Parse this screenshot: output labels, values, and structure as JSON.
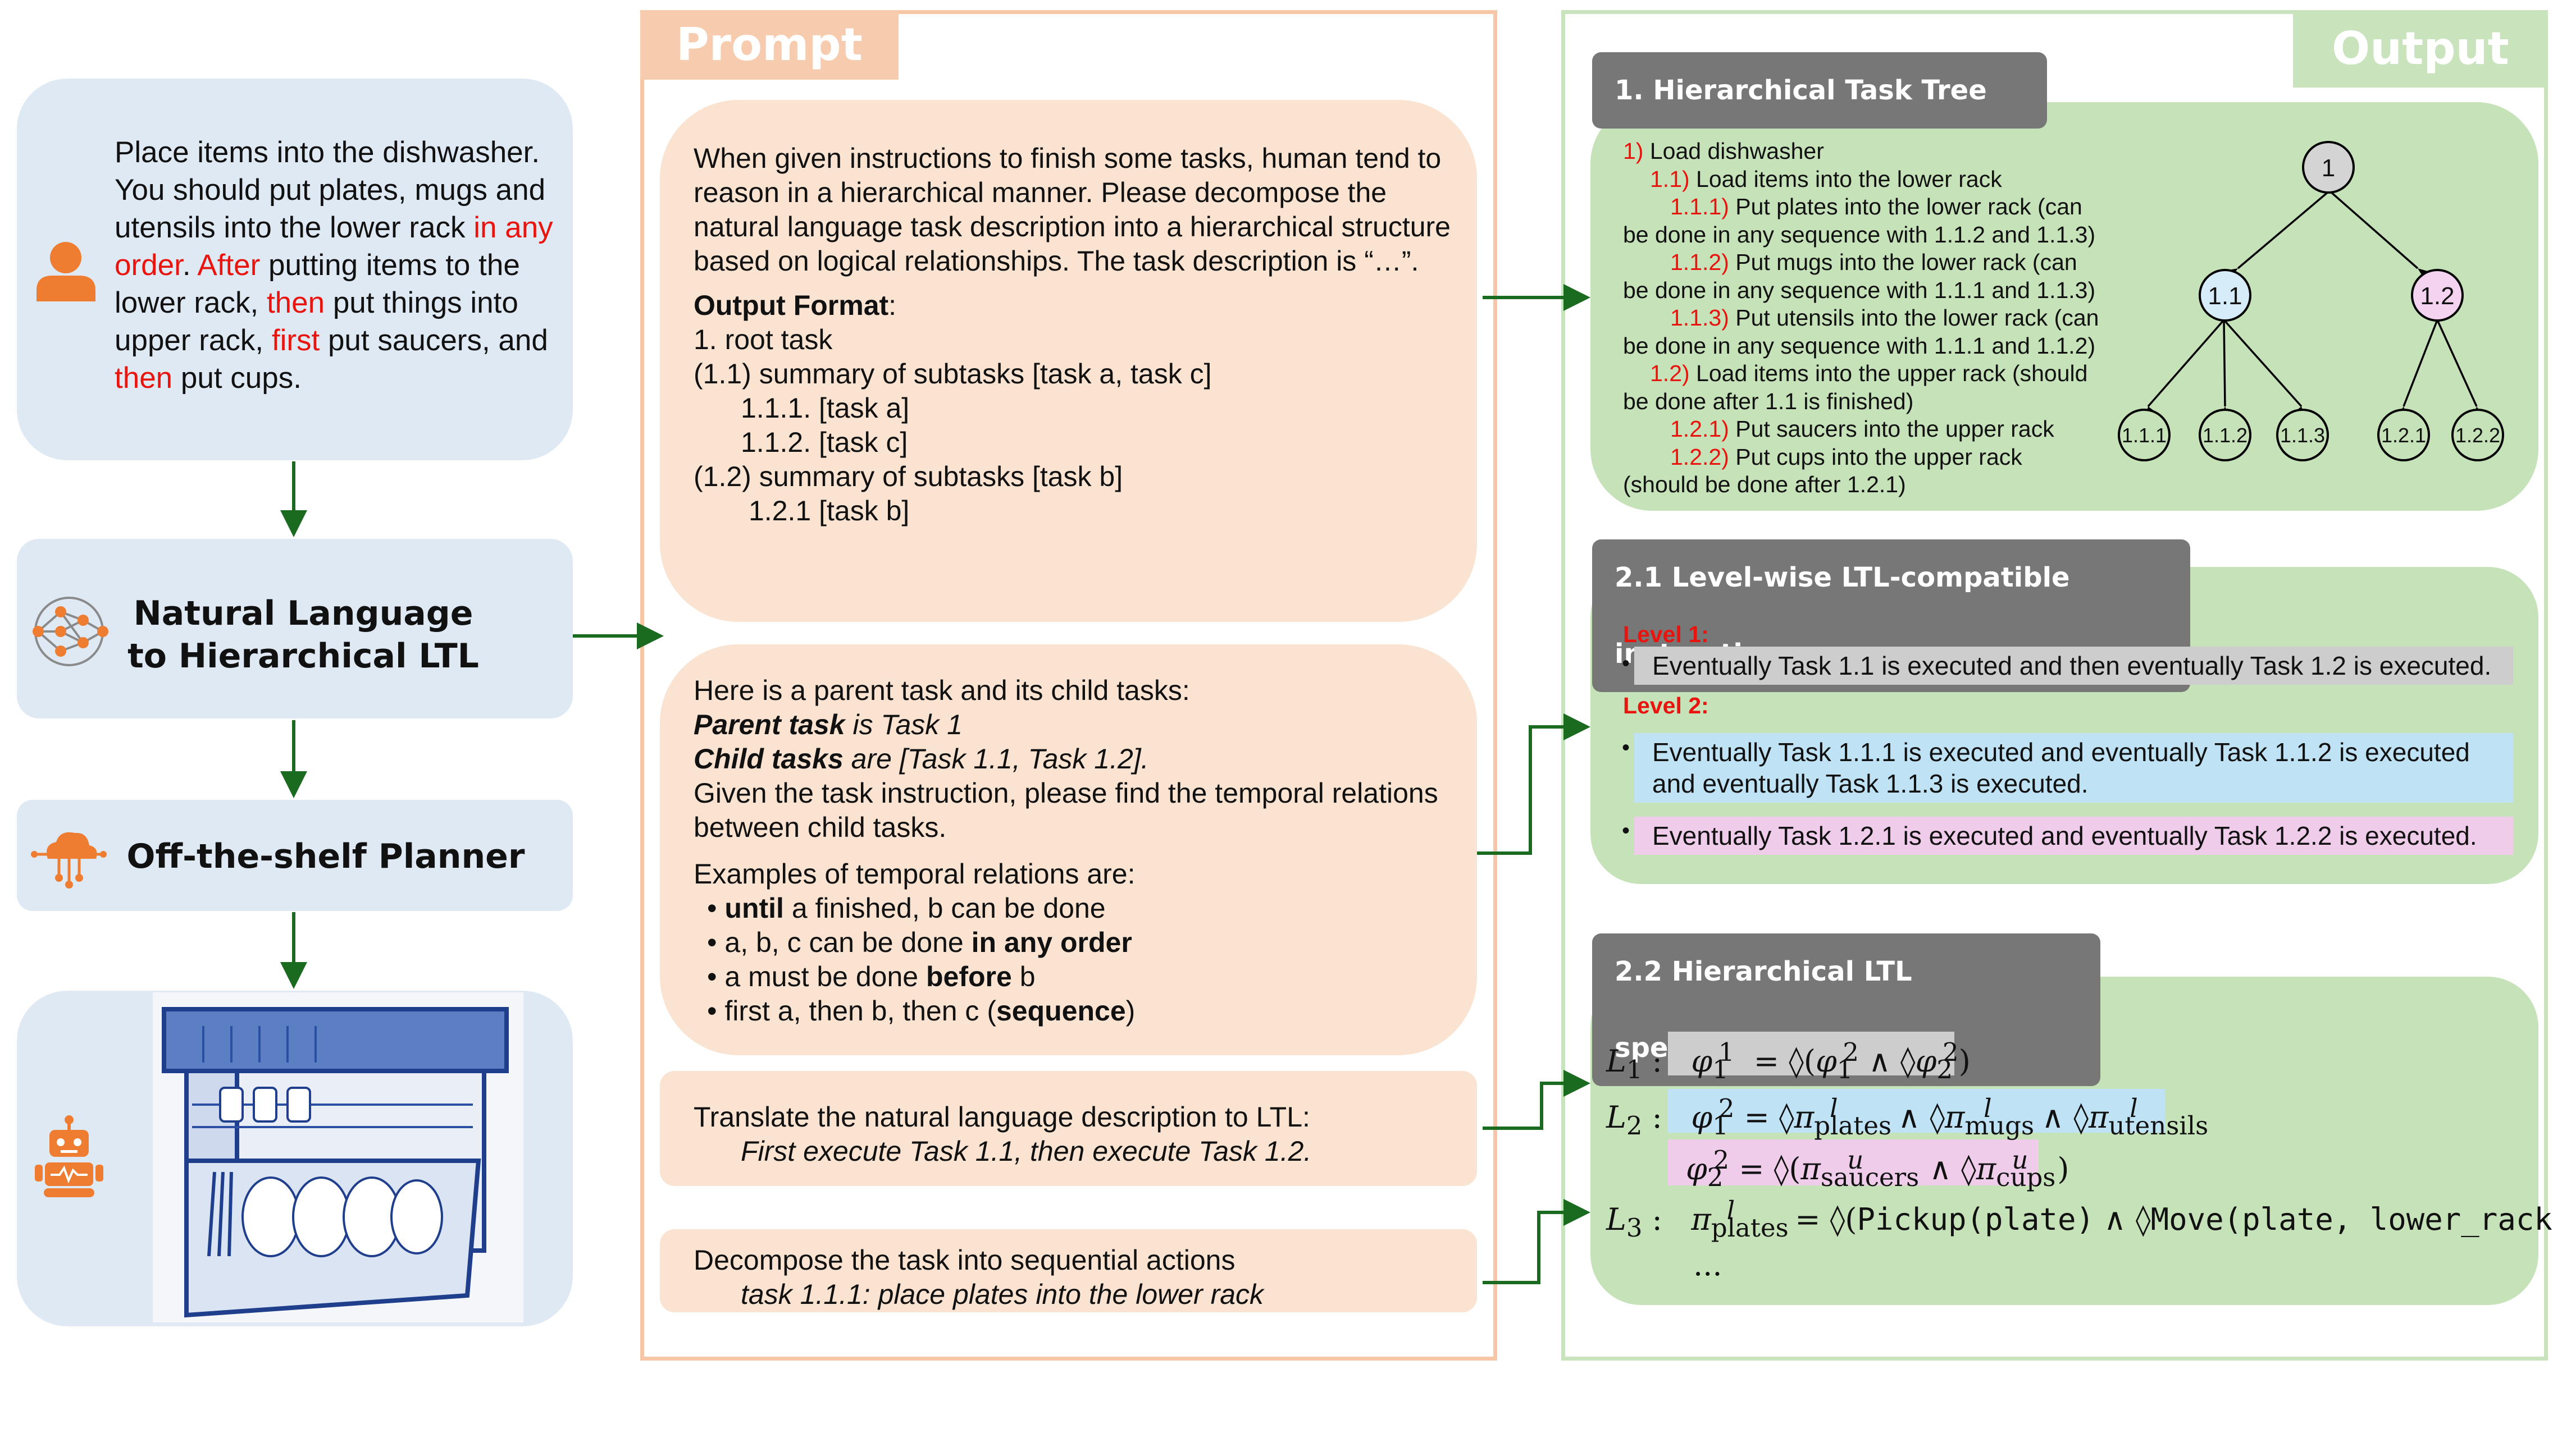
{
  "left": {
    "instruction": {
      "p1": "Place items into the dishwasher. You should put plates, mugs and utensils into the lower rack ",
      "r1": "in any order",
      "p2": ". ",
      "r2": "After",
      "p3": " putting items to the lower rack, ",
      "r3": "then",
      "p4": " put things into upper rack, ",
      "r4": "first",
      "p5": " put saucers, and ",
      "r5": "then",
      "p6": " put cups."
    },
    "nl_to_ltl": "Natural Language to Hierarchical LTL",
    "planner": "Off-the-shelf Planner"
  },
  "prompt": {
    "tab": "Prompt",
    "box1": {
      "intro": "When given instructions to finish some tasks, human tend to reason in a hierarchical manner. Please decompose the natural language task description into a hierarchical structure based on logical relationships. The task description is “…”.",
      "format_label": "Output Format",
      "format_colon": ":",
      "lines": [
        "1.   root task",
        "(1.1) summary of subtasks [task a, task c]",
        "1.1.1. [task a]",
        "1.1.2. [task c]",
        "(1.2) summary of subtasks [task b]",
        "1.2.1 [task b]"
      ]
    },
    "box2": {
      "intro": "Here is a parent task and its child tasks:",
      "parent_bold": "Parent task",
      "parent_rest": " is Task 1",
      "child_bold": "Child tasks",
      "child_rest": " are [Task 1.1, Task 1.2].",
      "question": "Given the task instruction, please find the temporal relations between child tasks.",
      "examples_label": "Examples of temporal relations are:",
      "ex1_bold": "until",
      "ex1_rest": " a finished, b can be done",
      "ex2_pre": "a, b, c can be done ",
      "ex2_bold": "in any order",
      "ex3_pre": "a must be done ",
      "ex3_bold": "before",
      "ex3_post": " b",
      "ex4_pre": "first a, then b, then c (",
      "ex4_bold": "sequence",
      "ex4_post": ")"
    },
    "box3": {
      "line1": "Translate the natural language description to LTL:",
      "line2": "First execute Task 1.1, then execute Task 1.2."
    },
    "box4": {
      "line1": "Decompose the task into sequential actions",
      "line2": "task 1.1.1: place plates into the lower rack"
    }
  },
  "output": {
    "tab": "Output",
    "tree_header": "1. Hierarchical Task Tree",
    "tree_lines": [
      {
        "num": "1)",
        "text": " Load dishwasher"
      },
      {
        "num": "1.1)",
        "text": " Load items into the lower rack"
      },
      {
        "num": "1.1.1)",
        "text": " Put plates into the lower rack (can",
        "cont": "be done in any sequence with 1.1.2 and 1.1.3)"
      },
      {
        "num": "1.1.2)",
        "text": " Put mugs into the lower rack (can",
        "cont": "be done in any sequence with 1.1.1 and 1.1.3)"
      },
      {
        "num": "1.1.3)",
        "text": " Put utensils into the lower rack (can",
        "cont": "be done in any sequence with 1.1.1 and 1.1.2)"
      },
      {
        "num": "1.2)",
        "text": " Load items into the upper rack (should",
        "cont": "be done after 1.1 is finished)"
      },
      {
        "num": "1.2.1)",
        "text": " Put saucers into the upper rack"
      },
      {
        "num": "1.2.2)",
        "text": " Put cups into the upper rack",
        "cont": "(should be done after 1.2.1)"
      }
    ],
    "tree_nodes": [
      "1",
      "1.1",
      "1.2",
      "1.1.1",
      "1.1.2",
      "1.1.3",
      "1.2.1",
      "1.2.2"
    ],
    "node_colors": {
      "root": "#d4d4d4",
      "n11": "#d6ecf8",
      "n12": "#f3d3ef",
      "leaf": "#c6e2b8"
    },
    "ltl_header": "2.1 Level-wise LTL-compatible instructions",
    "level1_label": "Level 1:",
    "level1_items": [
      "Eventually Task 1.1 is executed and then eventually Task 1.2 is executed."
    ],
    "level2_label": "Level 2:",
    "level2_items": [
      "Eventually Task 1.1.1 is executed and eventually Task 1.1.2 is executed and eventually Task 1.1.3 is executed.",
      "Eventually Task 1.2.1 is executed and eventually Task 1.2.2 is executed."
    ],
    "spec_header": "2.2 Hierarchical LTL specifications",
    "spec_ellipsis": "...",
    "highlight_colors": {
      "gray": "#cdcdcd",
      "blue": "#bfe2f5",
      "pink": "#efcdea"
    }
  },
  "colors": {
    "red": "#e8140d",
    "arrow": "#1a6b20",
    "icon_orange": "#ee7d31"
  }
}
